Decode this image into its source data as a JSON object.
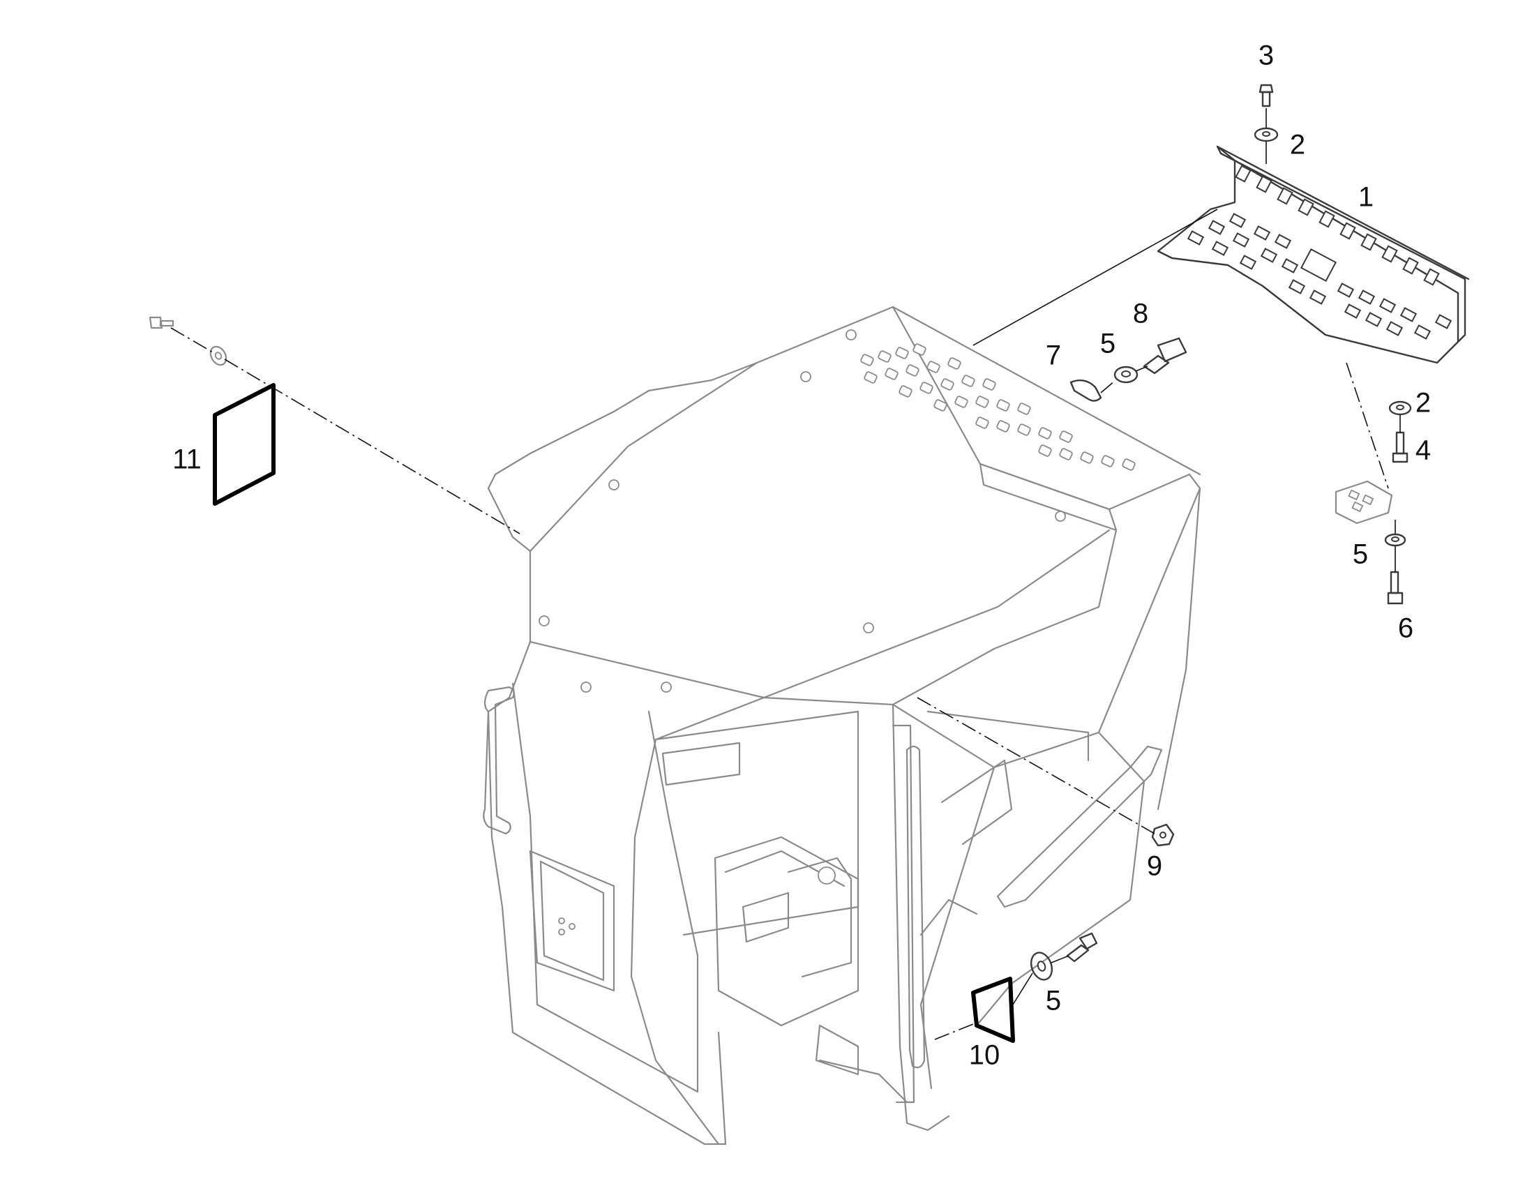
{
  "callouts": [
    {
      "id": "1",
      "label": "1"
    },
    {
      "id": "2a",
      "label": "2"
    },
    {
      "id": "2b",
      "label": "2"
    },
    {
      "id": "3",
      "label": "3"
    },
    {
      "id": "4",
      "label": "4"
    },
    {
      "id": "5a",
      "label": "5"
    },
    {
      "id": "5b",
      "label": "5"
    },
    {
      "id": "5c",
      "label": "5"
    },
    {
      "id": "6",
      "label": "6"
    },
    {
      "id": "7",
      "label": "7"
    },
    {
      "id": "8",
      "label": "8"
    },
    {
      "id": "9",
      "label": "9"
    },
    {
      "id": "10",
      "label": "10"
    },
    {
      "id": "11",
      "label": "11"
    }
  ],
  "colors": {
    "line": "#8a8a8a",
    "line_dark": "#3a3a3a",
    "gasket": "#000000",
    "text": "#111111",
    "background": "#ffffff"
  }
}
